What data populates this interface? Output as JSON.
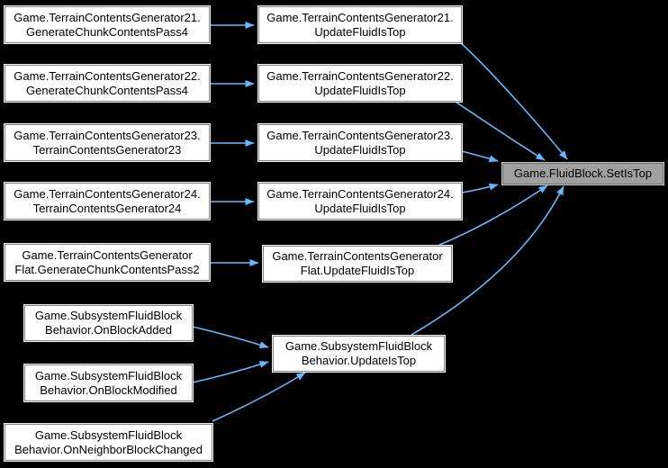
{
  "diagram": {
    "type": "call-graph",
    "focus_node": "Game.FluidBlock.SetIsTop",
    "colors": {
      "background": "#000000",
      "edge": "#63b8ff",
      "node_fill": "#ffffff",
      "node_border": "#848484",
      "node_outline": "#f2f2f2",
      "focus_fill": "#a0a0a0",
      "focus_border": "#6e6e6e",
      "focus_outline": "#c6c6c6",
      "text": "#000000"
    }
  },
  "nodes": [
    {
      "id": "tcg21-pass4",
      "line1": "Game.TerrainContentsGenerator21.",
      "line2": "GenerateChunkContentsPass4",
      "label": "Game.TerrainContentsGenerator21.GenerateChunkContentsPass4"
    },
    {
      "id": "tcg22-pass4",
      "line1": "Game.TerrainContentsGenerator22.",
      "line2": "GenerateChunkContentsPass4",
      "label": "Game.TerrainContentsGenerator22.GenerateChunkContentsPass4"
    },
    {
      "id": "tcg23-ctor",
      "line1": "Game.TerrainContentsGenerator23.",
      "line2": "TerrainContentsGenerator23",
      "label": "Game.TerrainContentsGenerator23.TerrainContentsGenerator23"
    },
    {
      "id": "tcg24-ctor",
      "line1": "Game.TerrainContentsGenerator24.",
      "line2": "TerrainContentsGenerator24",
      "label": "Game.TerrainContentsGenerator24.TerrainContentsGenerator24"
    },
    {
      "id": "tcgflat-pass2",
      "line1": "Game.TerrainContentsGenerator",
      "line2": "Flat.GenerateChunkContentsPass2",
      "label": "Game.TerrainContentsGeneratorFlat.GenerateChunkContentsPass2"
    },
    {
      "id": "onblockadded",
      "line1": "Game.SubsystemFluidBlock",
      "line2": "Behavior.OnBlockAdded",
      "label": "Game.SubsystemFluidBlockBehavior.OnBlockAdded"
    },
    {
      "id": "onblockmodified",
      "line1": "Game.SubsystemFluidBlock",
      "line2": "Behavior.OnBlockModified",
      "label": "Game.SubsystemFluidBlockBehavior.OnBlockModified"
    },
    {
      "id": "onneighborblockchanged",
      "line1": "Game.SubsystemFluidBlock",
      "line2": "Behavior.OnNeighborBlockChanged",
      "label": "Game.SubsystemFluidBlockBehavior.OnNeighborBlockChanged"
    },
    {
      "id": "tcg21-update",
      "line1": "Game.TerrainContentsGenerator21.",
      "line2": "UpdateFluidIsTop",
      "label": "Game.TerrainContentsGenerator21.UpdateFluidIsTop"
    },
    {
      "id": "tcg22-update",
      "line1": "Game.TerrainContentsGenerator22.",
      "line2": "UpdateFluidIsTop",
      "label": "Game.TerrainContentsGenerator22.UpdateFluidIsTop"
    },
    {
      "id": "tcg23-update",
      "line1": "Game.TerrainContentsGenerator23.",
      "line2": "UpdateFluidIsTop",
      "label": "Game.TerrainContentsGenerator23.UpdateFluidIsTop"
    },
    {
      "id": "tcg24-update",
      "line1": "Game.TerrainContentsGenerator24.",
      "line2": "UpdateFluidIsTop",
      "label": "Game.TerrainContentsGenerator24.UpdateFluidIsTop"
    },
    {
      "id": "tcgflat-update",
      "line1": "Game.TerrainContentsGenerator",
      "line2": "Flat.UpdateFluidIsTop",
      "label": "Game.TerrainContentsGeneratorFlat.UpdateFluidIsTop"
    },
    {
      "id": "subsystem-updateistop",
      "line1": "Game.SubsystemFluidBlock",
      "line2": "Behavior.UpdateIsTop",
      "label": "Game.SubsystemFluidBlockBehavior.UpdateIsTop"
    },
    {
      "id": "setistop",
      "line1": "Game.FluidBlock.SetIsTop",
      "label": "Game.FluidBlock.SetIsTop"
    }
  ],
  "edges": [
    {
      "from": "tcg21-pass4",
      "to": "tcg21-update"
    },
    {
      "from": "tcg22-pass4",
      "to": "tcg22-update"
    },
    {
      "from": "tcg23-ctor",
      "to": "tcg23-update"
    },
    {
      "from": "tcg24-ctor",
      "to": "tcg24-update"
    },
    {
      "from": "tcgflat-pass2",
      "to": "tcgflat-update"
    },
    {
      "from": "onblockadded",
      "to": "subsystem-updateistop"
    },
    {
      "from": "onblockmodified",
      "to": "subsystem-updateistop"
    },
    {
      "from": "onneighborblockchanged",
      "to": "subsystem-updateistop"
    },
    {
      "from": "tcg21-update",
      "to": "setistop"
    },
    {
      "from": "tcg22-update",
      "to": "setistop"
    },
    {
      "from": "tcg23-update",
      "to": "setistop"
    },
    {
      "from": "tcg24-update",
      "to": "setistop"
    },
    {
      "from": "tcgflat-update",
      "to": "setistop"
    },
    {
      "from": "subsystem-updateistop",
      "to": "setistop"
    }
  ]
}
